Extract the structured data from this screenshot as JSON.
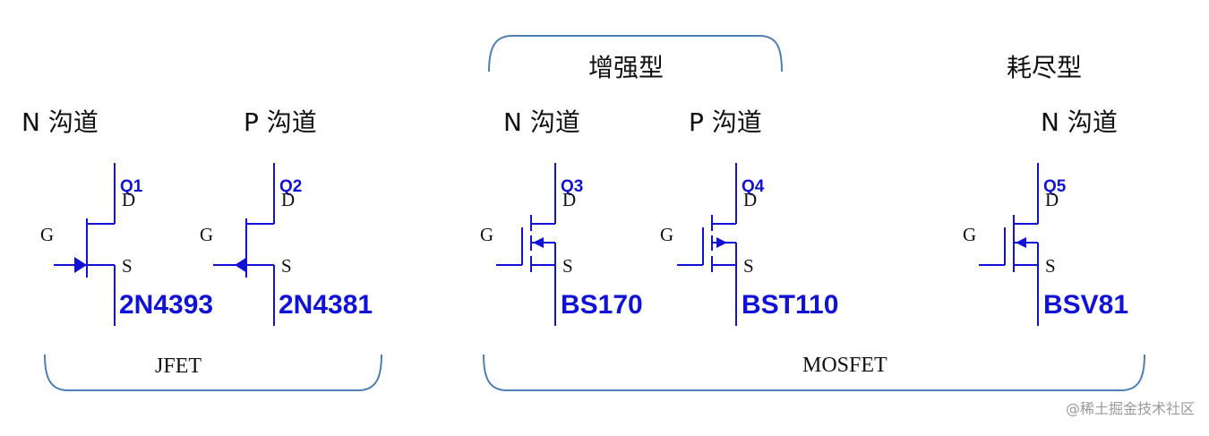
{
  "colors": {
    "symbol": "#1212d6",
    "bracket": "#4f7fb3",
    "text": "#111111",
    "watermark": "#9a9a9a"
  },
  "groups": {
    "enhancement": "增强型",
    "depletion": "耗尽型",
    "jfet": "JFET",
    "mosfet": "MOSFET"
  },
  "channels": {
    "q1": "N 沟道",
    "q2": "P 沟道",
    "q3": "N 沟道",
    "q4": "P 沟道",
    "q5": "N 沟道"
  },
  "transistors": [
    {
      "ref": "Q1",
      "part": "2N4393",
      "gate": "G",
      "drain": "D",
      "source": "S"
    },
    {
      "ref": "Q2",
      "part": "2N4381",
      "gate": "G",
      "drain": "D",
      "source": "S"
    },
    {
      "ref": "Q3",
      "part": "BS170",
      "gate": "G",
      "drain": "D",
      "source": "S"
    },
    {
      "ref": "Q4",
      "part": "BST110",
      "gate": "G",
      "drain": "D",
      "source": "S"
    },
    {
      "ref": "Q5",
      "part": "BSV81",
      "gate": "G",
      "drain": "D",
      "source": "S"
    }
  ],
  "watermark": "@稀土掘金技术社区"
}
